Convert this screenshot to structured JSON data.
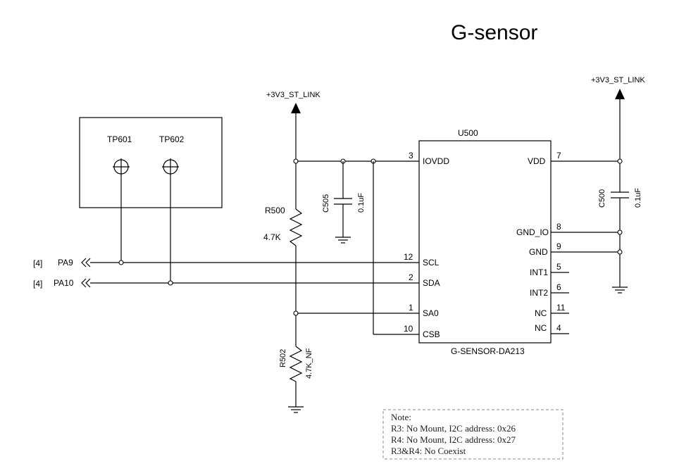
{
  "title": "G-sensor",
  "power": {
    "left_label": "+3V3_ST_LINK",
    "right_label": "+3V3_ST_LINK"
  },
  "test_points": [
    "TP601",
    "TP602"
  ],
  "signals": [
    {
      "ref": "[4]",
      "name": "PA9"
    },
    {
      "ref": "[4]",
      "name": "PA10"
    }
  ],
  "chip": {
    "ref": "U500",
    "part": "G-SENSOR-DA213",
    "left_pins": [
      {
        "num": "3",
        "name": "IOVDD"
      },
      {
        "num": "12",
        "name": "SCL"
      },
      {
        "num": "2",
        "name": "SDA"
      },
      {
        "num": "1",
        "name": "SA0"
      },
      {
        "num": "10",
        "name": "CSB"
      }
    ],
    "right_pins": [
      {
        "num": "7",
        "name": "VDD"
      },
      {
        "num": "8",
        "name": "GND_IO"
      },
      {
        "num": "9",
        "name": "GND"
      },
      {
        "num": "5",
        "name": "INT1"
      },
      {
        "num": "6",
        "name": "INT2"
      },
      {
        "num": "11",
        "name": "NC"
      },
      {
        "num": "4",
        "name": "NC"
      }
    ]
  },
  "components": {
    "r500": {
      "ref": "R500",
      "value": "4.7K"
    },
    "r502": {
      "ref": "R502",
      "value": "4.7K_NF"
    },
    "c505": {
      "ref": "C505",
      "value": "0.1uF"
    },
    "c500": {
      "ref": "C500",
      "value": "0.1uF"
    }
  },
  "note": {
    "heading": "Note:",
    "lines": [
      "R3: No Mount, I2C address: 0x26",
      "R4: No Mount, I2C address: 0x27",
      "R3&R4: No Coexist"
    ]
  }
}
